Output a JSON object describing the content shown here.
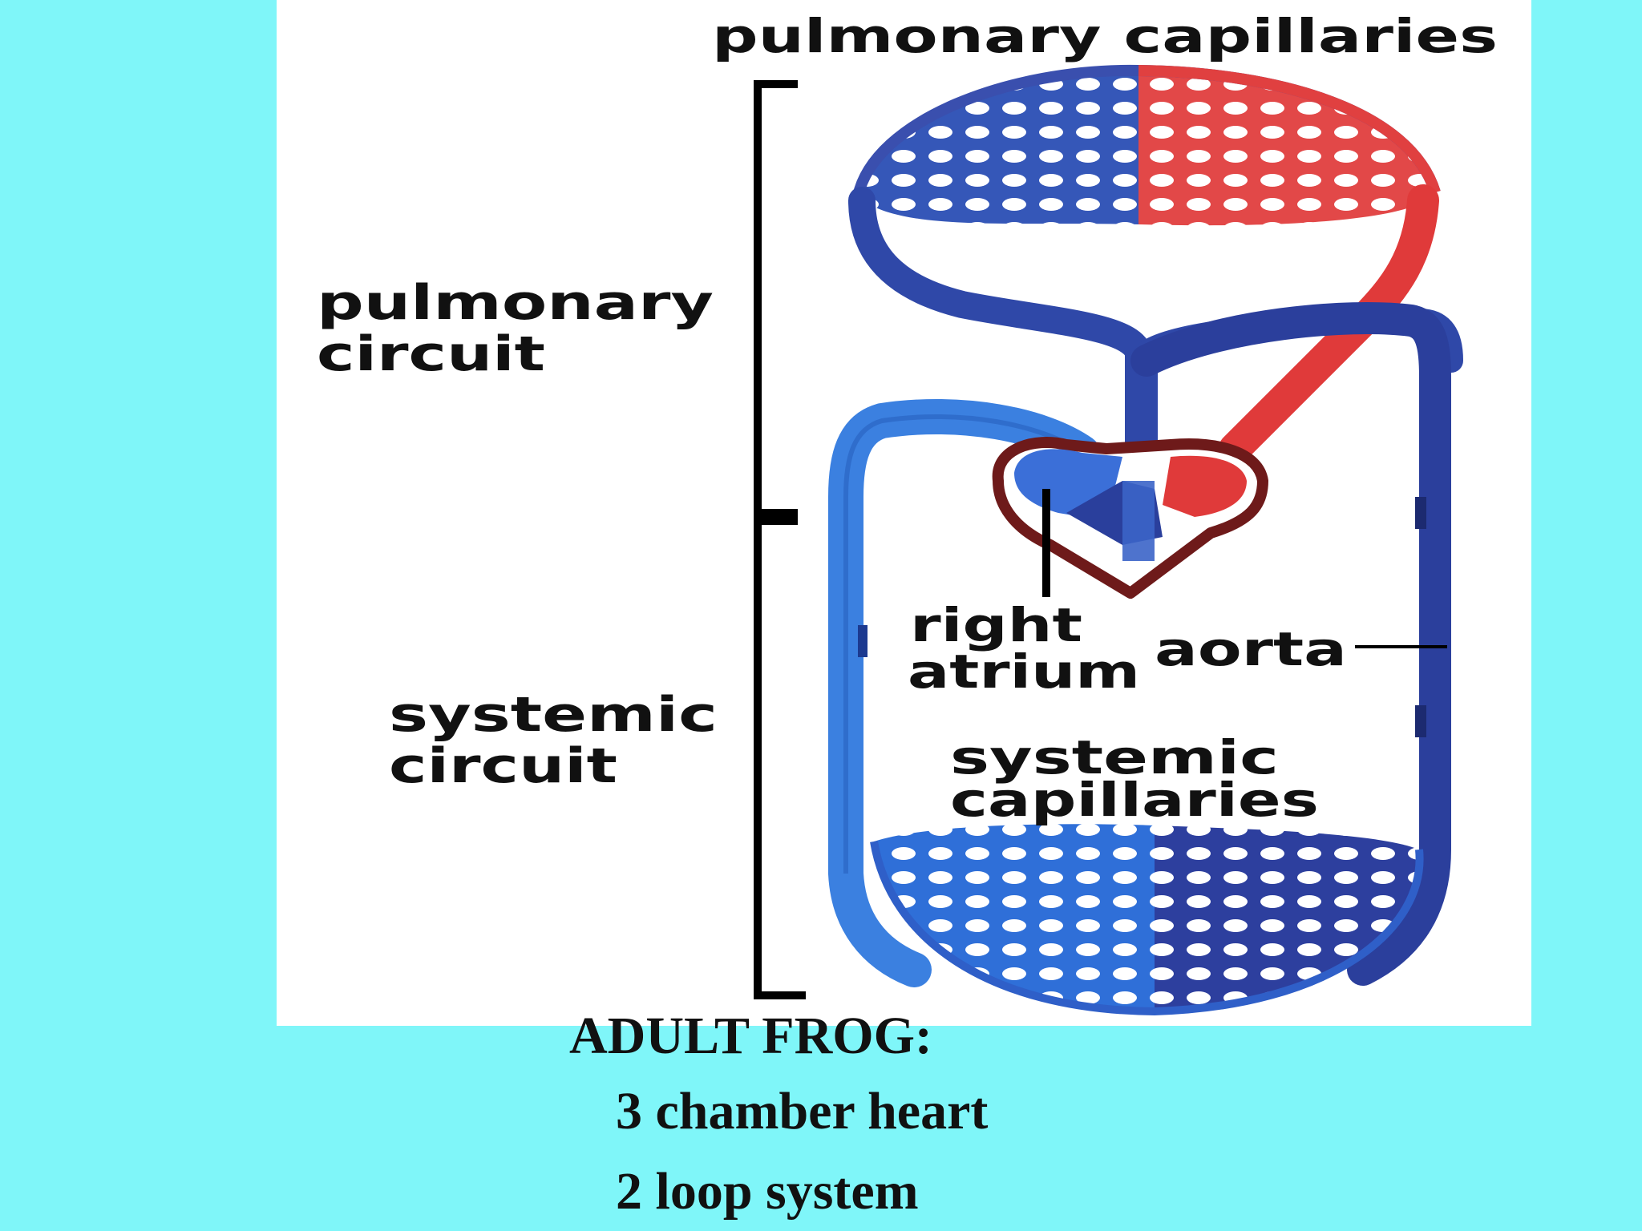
{
  "labels": {
    "pulmonary_capillaries": "pulmonary capillaries",
    "pulmonary_circuit_1": "pulmonary",
    "pulmonary_circuit_2": "circuit",
    "systemic_circuit_1": "systemic",
    "systemic_circuit_2": "circuit",
    "right_atrium_1": "right",
    "right_atrium_2": "atrium",
    "aorta": "aorta",
    "systemic_capillaries_1": "systemic",
    "systemic_capillaries_2": "capillaries"
  },
  "caption": {
    "title": "ADULT FROG:",
    "line1": "3 chamber heart",
    "line2": "2 loop system"
  },
  "colors": {
    "background": "#7ff6f9",
    "panel": "#ffffff",
    "deoxygenated": "#2f48a8",
    "deoxygenated_light": "#3f7fe0",
    "oxygenated": "#e04040",
    "heart_outline": "#6e1a1a"
  }
}
